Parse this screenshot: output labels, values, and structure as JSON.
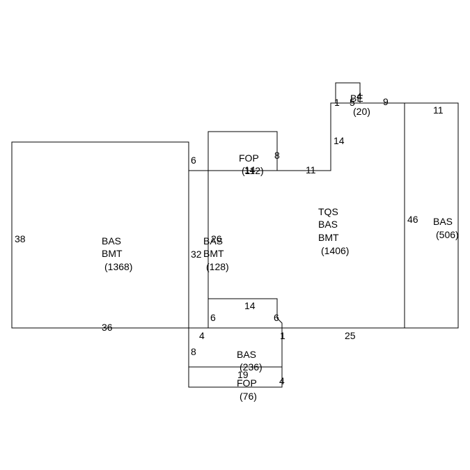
{
  "areas": [
    {
      "id": "left-bas-bmt",
      "lines": [
        "BAS",
        "BMT",
        "(1368)"
      ]
    },
    {
      "id": "narrow-bas-bmt",
      "lines": [
        "BAS",
        "BMT",
        "(128)"
      ]
    },
    {
      "id": "fop-top",
      "lines": [
        "FOP",
        "(112)"
      ]
    },
    {
      "id": "be-small",
      "lines": [
        "BE",
        "(20)"
      ]
    },
    {
      "id": "tqs-bas-bmt",
      "lines": [
        "TQS",
        "BAS",
        "BMT",
        "(1406)"
      ]
    },
    {
      "id": "right-bas",
      "lines": [
        "BAS",
        "(506)"
      ]
    },
    {
      "id": "bottom-bas",
      "lines": [
        "BAS",
        "(236)"
      ]
    },
    {
      "id": "bottom-fop",
      "lines": [
        "FOP",
        "(76)"
      ]
    }
  ],
  "dimensions": [
    {
      "id": "dim-38",
      "text": "38"
    },
    {
      "id": "dim-36",
      "text": "36"
    },
    {
      "id": "dim-6-left",
      "text": "6"
    },
    {
      "id": "dim-32",
      "text": "32"
    },
    {
      "id": "dim-26",
      "text": "26"
    },
    {
      "id": "dim-8-fop",
      "text": "8"
    },
    {
      "id": "dim-14-fop",
      "text": "14"
    },
    {
      "id": "dim-11-mid",
      "text": "11"
    },
    {
      "id": "dim-14-right",
      "text": "14"
    },
    {
      "id": "dim-1-be",
      "text": "1"
    },
    {
      "id": "dim-5-be",
      "text": "5"
    },
    {
      "id": "dim-4-be",
      "text": "4"
    },
    {
      "id": "dim-9",
      "text": "9"
    },
    {
      "id": "dim-11-right",
      "text": "11"
    },
    {
      "id": "dim-46",
      "text": "46"
    },
    {
      "id": "dim-14-bottom",
      "text": "14"
    },
    {
      "id": "dim-6-bottom-left",
      "text": "6"
    },
    {
      "id": "dim-6-bottom-right",
      "text": "6"
    },
    {
      "id": "dim-4-bottom",
      "text": "4"
    },
    {
      "id": "dim-1-bottom",
      "text": "1"
    },
    {
      "id": "dim-25",
      "text": "25"
    },
    {
      "id": "dim-8-bottom",
      "text": "8"
    },
    {
      "id": "dim-19",
      "text": "19"
    },
    {
      "id": "dim-4-fop",
      "text": "4"
    }
  ]
}
